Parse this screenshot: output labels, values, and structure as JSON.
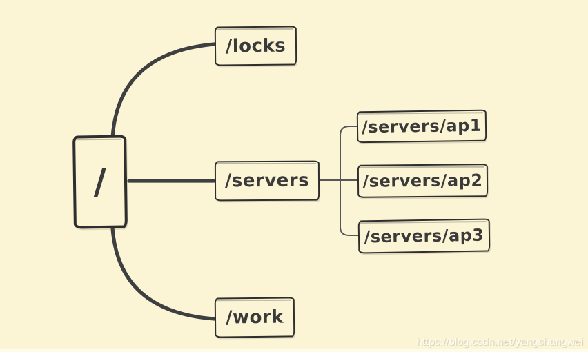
{
  "colors": {
    "background": "#fcf5d5",
    "background-strip": "#fdfbe9",
    "ink": "#2e2e2e",
    "text": "#3a3a3a",
    "edge-thick": "#3e3f41",
    "edge-thin": "#55565a",
    "watermark": "#ffffff"
  },
  "tree": {
    "root": {
      "label": "/"
    },
    "branches": [
      {
        "label": "/locks",
        "children": []
      },
      {
        "label": "/servers",
        "children": [
          {
            "label": "/servers/ap1"
          },
          {
            "label": "/servers/ap2"
          },
          {
            "label": "/servers/ap3"
          }
        ]
      },
      {
        "label": "/work",
        "children": []
      }
    ]
  },
  "watermark": {
    "text": "https://blog.csdn.net/yangshangwei"
  }
}
